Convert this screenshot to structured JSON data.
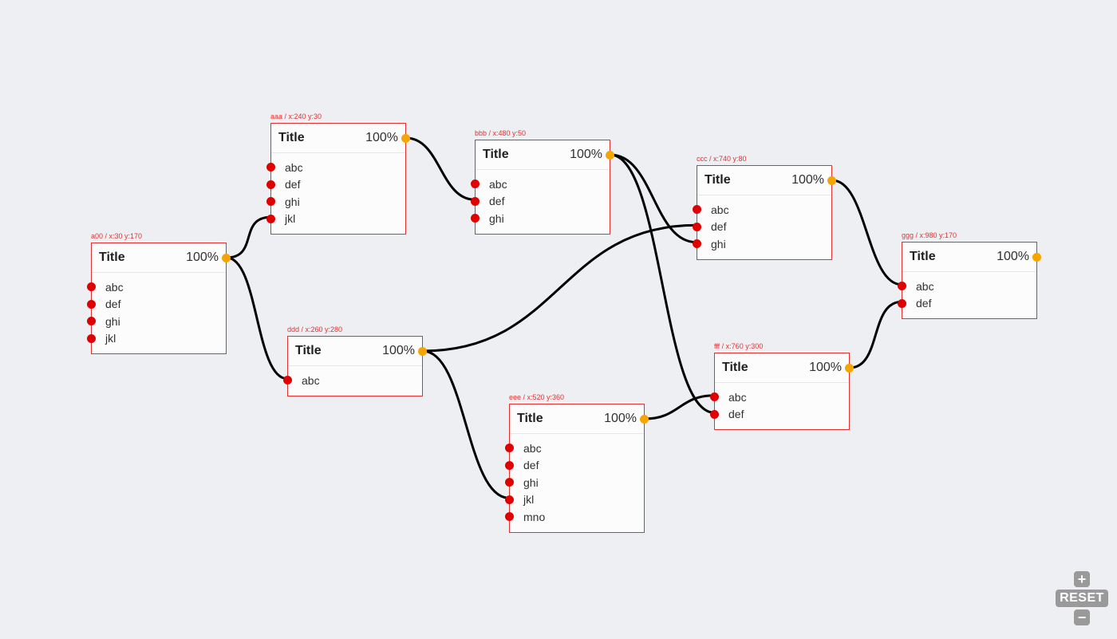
{
  "nodes": [
    {
      "id": "a00",
      "label": "a00 / x:30 y:170",
      "title": "Title",
      "value": "100%",
      "inputs": [
        "abc",
        "def",
        "ghi",
        "jkl"
      ]
    },
    {
      "id": "aaa",
      "label": "aaa / x:240 y:30",
      "title": "Title",
      "value": "100%",
      "inputs": [
        "abc",
        "def",
        "ghi",
        "jkl"
      ]
    },
    {
      "id": "bbb",
      "label": "bbb / x:480 y:50",
      "title": "Title",
      "value": "100%",
      "inputs": [
        "abc",
        "def",
        "ghi"
      ]
    },
    {
      "id": "ccc",
      "label": "ccc / x:740 y:80",
      "title": "Title",
      "value": "100%",
      "inputs": [
        "abc",
        "def",
        "ghi"
      ]
    },
    {
      "id": "ddd",
      "label": "ddd / x:260 y:280",
      "title": "Title",
      "value": "100%",
      "inputs": [
        "abc"
      ]
    },
    {
      "id": "eee",
      "label": "eee / x:520 y:360",
      "title": "Title",
      "value": "100%",
      "inputs": [
        "abc",
        "def",
        "ghi",
        "jkl",
        "mno"
      ]
    },
    {
      "id": "fff",
      "label": "fff / x:760 y:300",
      "title": "Title",
      "value": "100%",
      "inputs": [
        "abc",
        "def"
      ]
    },
    {
      "id": "ggg",
      "label": "ggg / x:980 y:170",
      "title": "Title",
      "value": "100%",
      "inputs": [
        "abc",
        "def"
      ]
    }
  ],
  "connections": [
    {
      "from": "a00",
      "to": "aaa",
      "input": "jkl"
    },
    {
      "from": "a00",
      "to": "ddd",
      "input": "abc"
    },
    {
      "from": "aaa",
      "to": "bbb",
      "input": "def"
    },
    {
      "from": "bbb",
      "to": "ccc",
      "input": "ghi"
    },
    {
      "from": "bbb",
      "to": "fff",
      "input": "def"
    },
    {
      "from": "ddd",
      "to": "ccc",
      "input": "def"
    },
    {
      "from": "ddd",
      "to": "eee",
      "input": "jkl"
    },
    {
      "from": "eee",
      "to": "fff",
      "input": "abc"
    },
    {
      "from": "ccc",
      "to": "ggg",
      "input": "abc"
    },
    {
      "from": "fff",
      "to": "ggg",
      "input": "def"
    }
  ],
  "controls": {
    "zoom_in": "+",
    "reset": "RESET",
    "zoom_out": "−"
  },
  "colors": {
    "node_border": "#e4312f",
    "input_port": "#e00000",
    "output_port": "#f5a500",
    "wire": "#000000",
    "background": "#eeeff3"
  }
}
